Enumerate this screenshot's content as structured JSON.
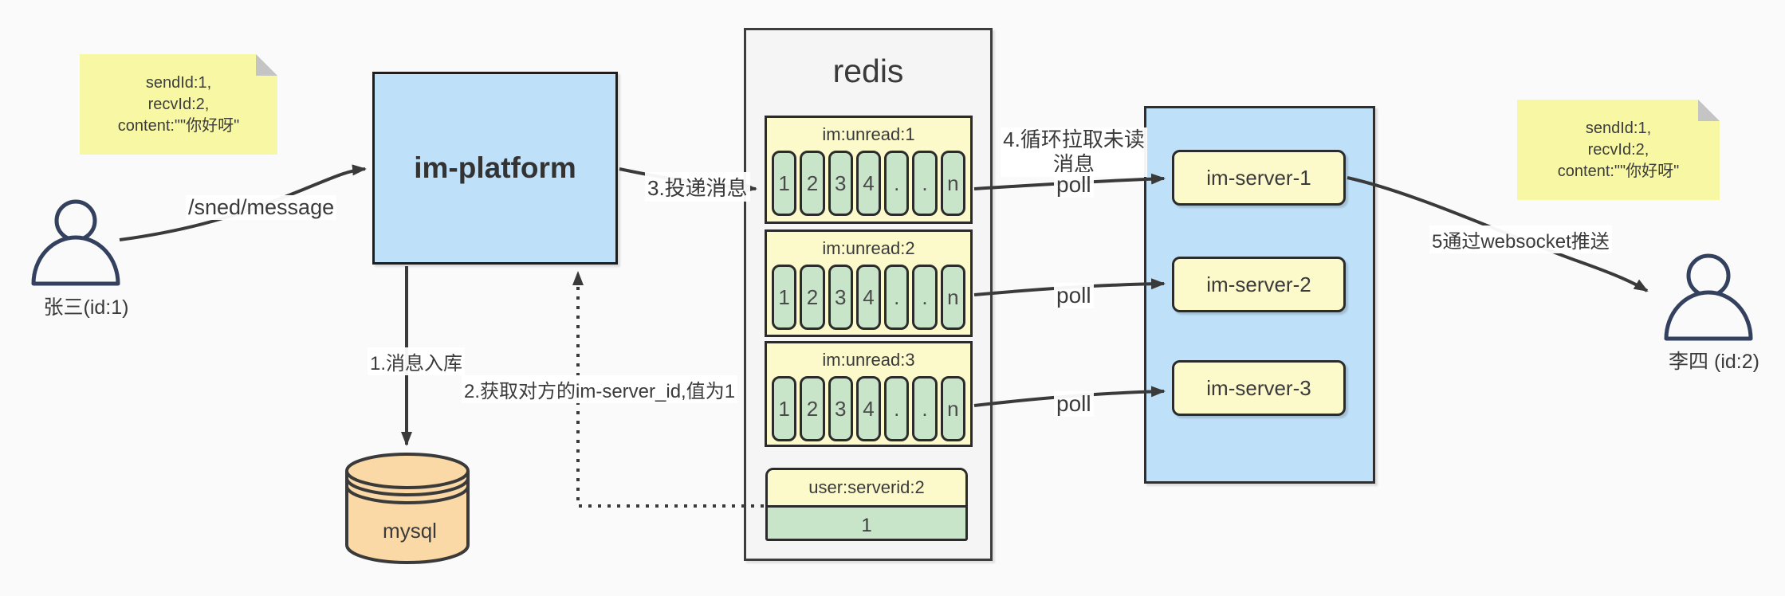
{
  "colors": {
    "background": "#fafafa",
    "platform_blue": "#bee0f8",
    "note_yellow": "#f7f7a4",
    "pale_yellow": "#fcf9ca",
    "cell_green": "#c8e5ca",
    "mysql_orange": "#fbd9a6",
    "redis_panel_gray": "#f5f5f5",
    "line": "#3a3a3a"
  },
  "notes": {
    "left": {
      "lines": [
        "sendId:1,",
        "recvId:2,",
        "content:\"\"你好呀\""
      ]
    },
    "right": {
      "lines": [
        "sendId:1,",
        "recvId:2,",
        "content:\"\"你好呀\""
      ]
    }
  },
  "actors": {
    "sender": {
      "label": "张三(id:1)"
    },
    "receiver": {
      "label": "李四 (id:2)"
    }
  },
  "platform": {
    "label": "im-platform"
  },
  "mysql": {
    "label": "mysql"
  },
  "redis": {
    "title": "redis",
    "queues": [
      {
        "header": "im:unread:1",
        "cells": [
          "1",
          "2",
          "3",
          "4",
          ".",
          ".",
          "n"
        ]
      },
      {
        "header": "im:unread:2",
        "cells": [
          "1",
          "2",
          "3",
          "4",
          ".",
          ".",
          "n"
        ]
      },
      {
        "header": "im:unread:3",
        "cells": [
          "1",
          "2",
          "3",
          "4",
          ".",
          ".",
          "n"
        ]
      }
    ],
    "kv": {
      "header": "user:serverid:2",
      "value": "1"
    }
  },
  "servers": {
    "items": [
      "im-server-1",
      "im-server-2",
      "im-server-3"
    ]
  },
  "labels": {
    "send_api": "/sned/message",
    "step1": "1.消息入库",
    "step2": "2.获取对方的im-server_id,值为1",
    "step3": "3.投递消息",
    "step4": "4.循环拉取未读消息",
    "step5": "5通过websocket推送",
    "poll": "poll"
  }
}
